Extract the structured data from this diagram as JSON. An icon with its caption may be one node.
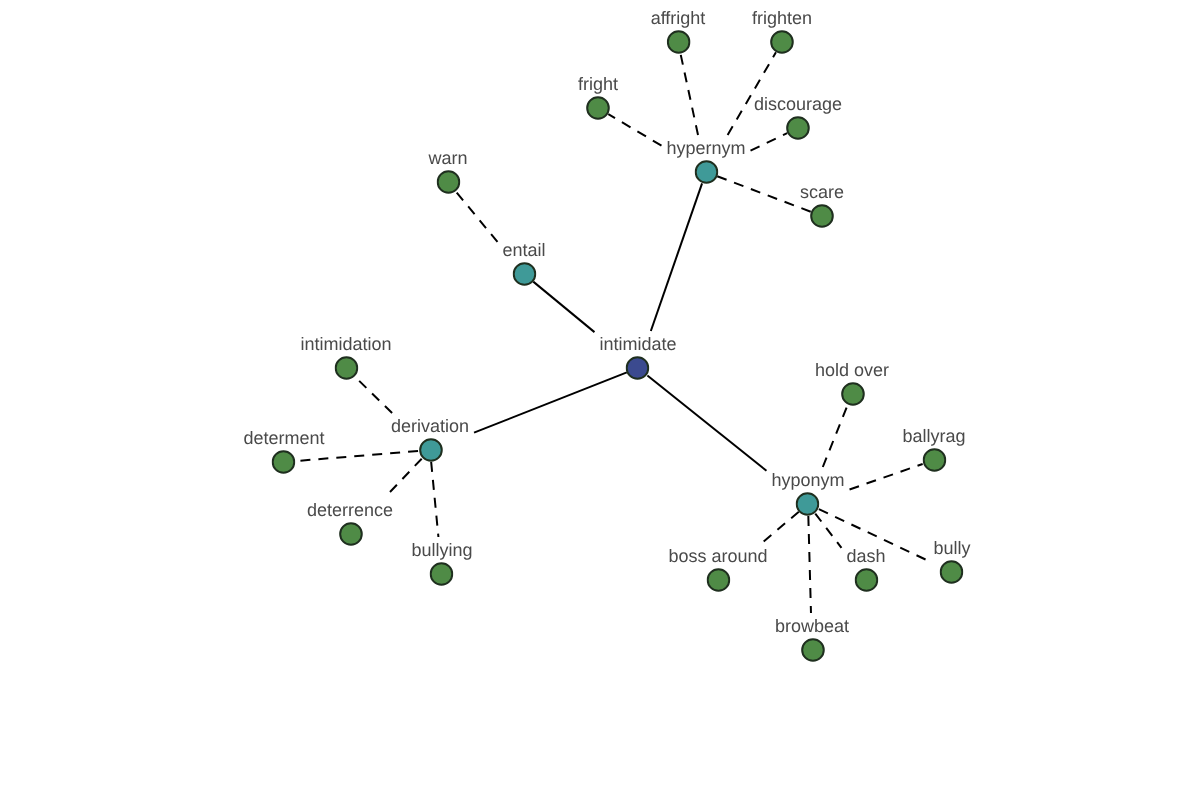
{
  "diagram": {
    "nodes": [
      {
        "text": [
          "affright"
        ]
      },
      {
        "text": [
          "frighten"
        ]
      },
      {
        "text": [
          "fright"
        ]
      },
      {
        "text": [
          "discourage"
        ]
      },
      {
        "text": [
          "hypernym"
        ]
      },
      {
        "text": [
          "warn"
        ]
      },
      {
        "text": [
          "scare"
        ]
      },
      {
        "text": [
          "entail"
        ]
      },
      {
        "text": [
          "intimidation"
        ]
      },
      {
        "text": [
          "intimidate"
        ]
      },
      {
        "text": [
          "hold over"
        ]
      },
      {
        "text": [
          "determent"
        ]
      },
      {
        "text": [
          "derivation"
        ]
      },
      {
        "text": [
          "ballyrag"
        ]
      },
      {
        "text": [
          "hyponym"
        ]
      },
      {
        "text": [
          "deterrence"
        ]
      },
      {
        "text": [
          "bullying"
        ]
      },
      {
        "text": [
          "boss around"
        ]
      },
      {
        "text": [
          "dash"
        ]
      },
      {
        "text": [
          "bully"
        ]
      },
      {
        "text": [
          "browbeat"
        ]
      }
    ],
    "edges": [
      {
        "from": 9,
        "to": 4,
        "arrow": "none"
      },
      {
        "from": 9,
        "to": 7,
        "arrow": "none"
      },
      {
        "from": 9,
        "to": 12,
        "arrow": "none"
      },
      {
        "from": 9,
        "to": 14,
        "arrow": "none"
      },
      {
        "from": 4,
        "to": 2,
        "arrow": "none",
        "style": "dashed"
      },
      {
        "from": 4,
        "to": 0,
        "arrow": "none",
        "style": "dashed"
      },
      {
        "from": 4,
        "to": 1,
        "arrow": "none",
        "style": "dashed"
      },
      {
        "from": 4,
        "to": 3,
        "arrow": "none",
        "style": "dashed"
      },
      {
        "from": 4,
        "to": 6,
        "arrow": "none",
        "style": "dashed"
      },
      {
        "from": 7,
        "to": 5,
        "arrow": "none",
        "style": "dashed"
      },
      {
        "from": 12,
        "to": 8,
        "arrow": "none",
        "style": "dashed"
      },
      {
        "from": 12,
        "to": 11,
        "arrow": "none",
        "style": "dashed"
      },
      {
        "from": 12,
        "to": 15,
        "arrow": "none",
        "style": "dashed"
      },
      {
        "from": 12,
        "to": 16,
        "arrow": "none",
        "style": "dashed"
      },
      {
        "from": 14,
        "to": 10,
        "arrow": "none",
        "style": "dashed"
      },
      {
        "from": 14,
        "to": 13,
        "arrow": "none",
        "style": "dashed"
      },
      {
        "from": 14,
        "to": 19,
        "arrow": "none",
        "style": "dashed"
      },
      {
        "from": 14,
        "to": 18,
        "arrow": "none",
        "style": "dashed"
      },
      {
        "from": 14,
        "to": 20,
        "arrow": "none",
        "style": "dashed"
      },
      {
        "from": 14,
        "to": 17,
        "arrow": "none",
        "style": "dashed"
      }
    ]
  }
}
